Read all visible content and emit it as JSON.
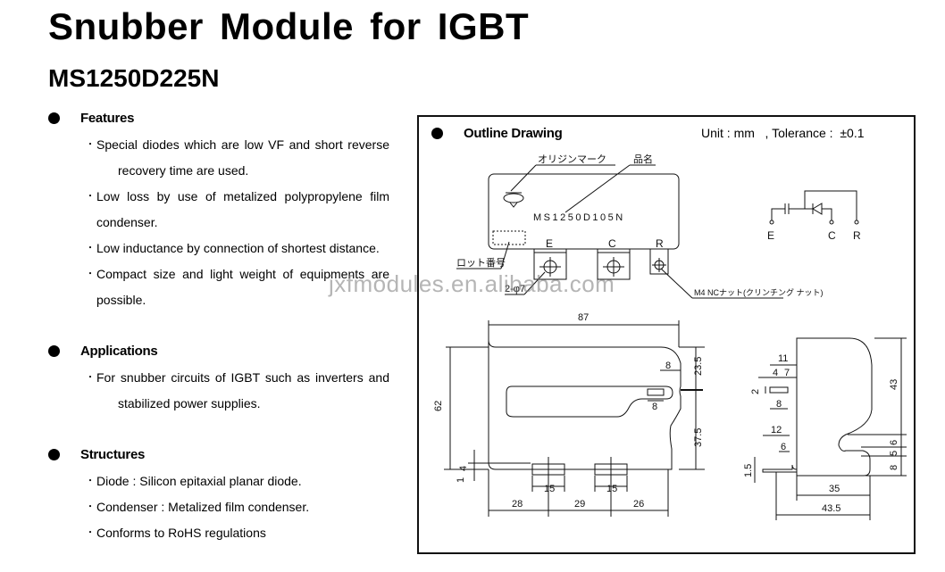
{
  "header": {
    "title": "Snubber Module for IGBT",
    "model": "MS1250D225N"
  },
  "features": {
    "heading": "Features",
    "items": [
      {
        "lines": [
          "Special diodes which are low VF and short reverse",
          "recovery time are used."
        ]
      },
      {
        "lines": [
          "Low loss by use of metalized polypropylene film",
          "condenser."
        ]
      },
      {
        "lines": [
          "Low inductance by connection of shortest distance."
        ]
      },
      {
        "lines": [
          "Compact size and light weight of equipments are",
          "possible."
        ]
      }
    ]
  },
  "applications": {
    "heading": "Applications",
    "items": [
      {
        "lines": [
          "For snubber circuits of IGBT such as inverters and",
          "stabilized power supplies."
        ]
      }
    ]
  },
  "structures": {
    "heading": "Structures",
    "items": [
      {
        "lines": [
          "Diode : Silicon epitaxial planar diode."
        ]
      },
      {
        "lines": [
          "Condenser : Metalized film condenser."
        ]
      },
      {
        "lines": [
          "Conforms to RoHS regulations"
        ]
      }
    ]
  },
  "bullet_char": "・",
  "outline": {
    "heading": "Outline Drawing",
    "unit_text": "Unit : mm   , Tolerance :  ±0.1",
    "top_view": {
      "origin_mark_label": "オリジンマーク",
      "product_name_label": "品名",
      "printed_model": "MS1250D105N",
      "lot_number_label": "ロット番号",
      "hole_label": "2-φ7",
      "nut_label": "M4  NCナット(クリンチング ナット)",
      "terminals": [
        "E",
        "C",
        "R"
      ]
    },
    "schematic": {
      "terminals": [
        "E",
        "C",
        "R"
      ]
    },
    "front_view_dims": {
      "width": "87",
      "height": "62",
      "top_to_slot": "23.5",
      "slot_to_bottom": "37.5",
      "slot_depth_top": "8",
      "slot_depth_bottom": "8",
      "tab_width_1": "15",
      "tab_width_2": "15",
      "pitch_left": "28",
      "pitch_mid": "29",
      "pitch_right": "26",
      "tab_height": "4",
      "tab_thickness": "1"
    },
    "side_view_dims": {
      "top_width": "11",
      "gap_a": "4",
      "gap_b": "7",
      "pin_thickness": "2",
      "pin_length": "8",
      "lead_reach": "12",
      "lead_inner": "6",
      "lead_thickness": "1.5",
      "height": "43",
      "notch_a": "6",
      "notch_b": "5",
      "notch_c": "8",
      "body_depth": "35",
      "overall_depth": "43.5"
    }
  },
  "watermark": "jxfmodules.en.alibaba.com"
}
